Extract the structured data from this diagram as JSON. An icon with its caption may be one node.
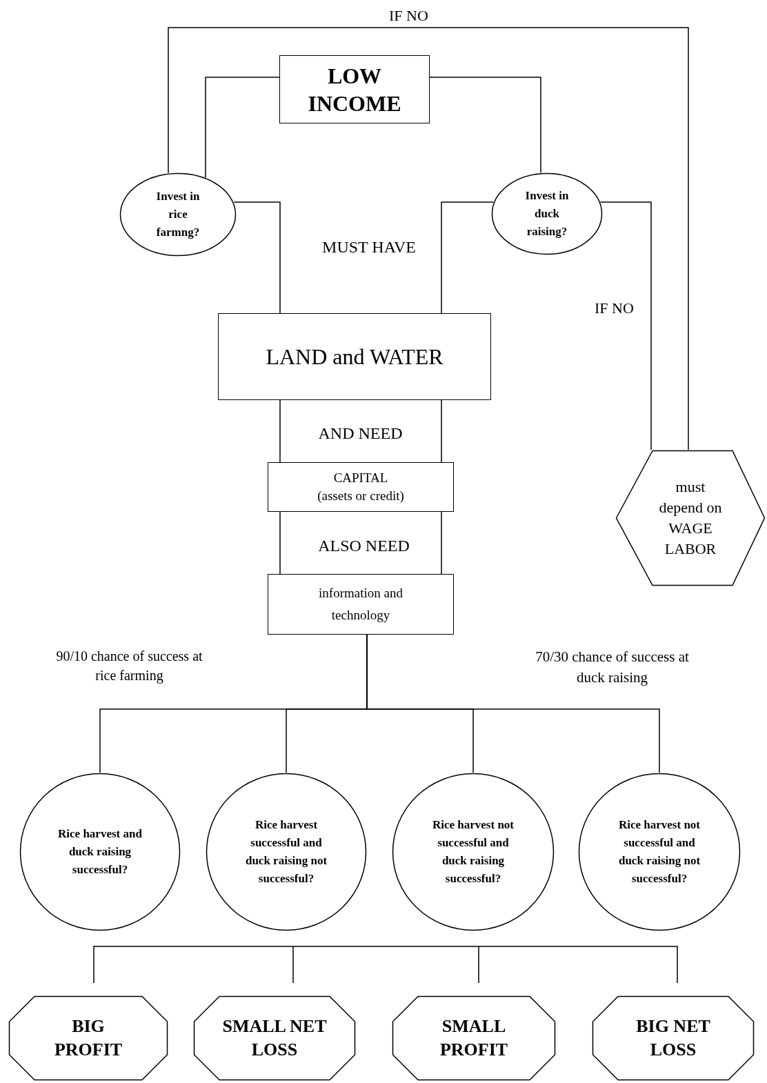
{
  "diagram": {
    "nodes": [
      {
        "text": [
          "LOW INCOME"
        ]
      },
      {
        "text": [
          "Invest in rice farmng?"
        ]
      },
      {
        "text": [
          "Invest in duck raising?"
        ]
      },
      {
        "text": [
          "LAND and WATER"
        ]
      },
      {
        "text": [
          "CAPITAL",
          "(assets or credit)"
        ]
      },
      {
        "text": [
          "information and technology"
        ]
      },
      {
        "text": [
          "must depend on WAGE LABOR"
        ]
      },
      {
        "text": [
          "Rice harvest and duck raising successful?"
        ]
      },
      {
        "text": [
          "Rice harvest successful and duck raising not successful?"
        ]
      },
      {
        "text": [
          "Rice harvest not successful and duck raising successful?"
        ]
      },
      {
        "text": [
          "Rice harvest not successful and duck raising not successful?"
        ]
      },
      {
        "text": [
          "BIG PROFIT"
        ]
      },
      {
        "text": [
          "SMALL NET LOSS"
        ]
      },
      {
        "text": [
          "SMALL PROFIT"
        ]
      },
      {
        "text": [
          "BIG NET LOSS"
        ]
      }
    ],
    "edges": [
      {
        "from": 0,
        "to": 1,
        "arrow": "none"
      },
      {
        "from": 0,
        "to": 2,
        "arrow": "none"
      },
      {
        "from": 1,
        "to": 6,
        "arrow": "none",
        "label": "IF NO"
      },
      {
        "from": 2,
        "to": 6,
        "arrow": "none",
        "label": "IF NO"
      },
      {
        "from": 1,
        "to": 3,
        "arrow": "none"
      },
      {
        "from": 2,
        "to": 3,
        "arrow": "none"
      },
      {
        "from": 3,
        "to": 4,
        "arrow": "none"
      },
      {
        "from": 3,
        "to": 4,
        "arrow": "none"
      },
      {
        "from": 4,
        "to": 5,
        "arrow": "none"
      },
      {
        "from": 4,
        "to": 5,
        "arrow": "none"
      },
      {
        "from": 5,
        "to": 7,
        "arrow": "none"
      },
      {
        "from": 5,
        "to": 8,
        "arrow": "none"
      },
      {
        "from": 5,
        "to": 9,
        "arrow": "none"
      },
      {
        "from": 5,
        "to": 10,
        "arrow": "none"
      }
    ],
    "labels": [
      "MUST HAVE",
      "AND NEED",
      "ALSO NEED",
      "90/10 chance of success at rice farming",
      "70/30 chance of success at duck raising"
    ]
  }
}
